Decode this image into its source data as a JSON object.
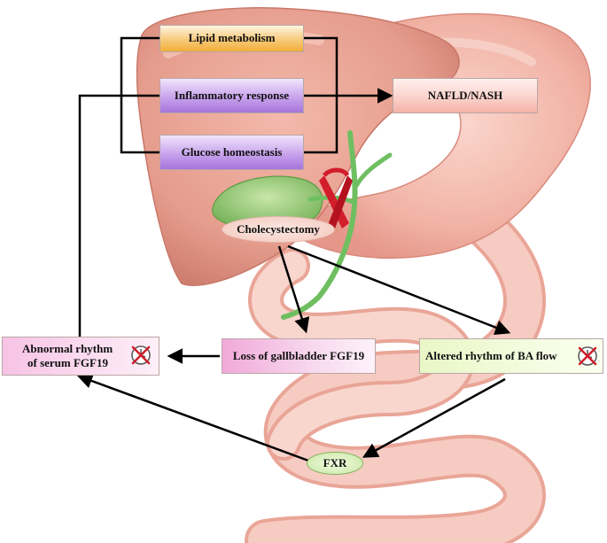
{
  "boxes": {
    "lipid": "Lipid metabolism",
    "inflammatory": "Inflammatory response",
    "glucose": "Glucose homeostasis",
    "nafld": "NAFLD/NASH",
    "abnormal_line1": "Abnormal rhythm",
    "abnormal_line2": "of serum FGF19",
    "loss": "Loss of gallbladder FGF19",
    "altered": "Altered rhythm of BA flow"
  },
  "ovals": {
    "cholecystectomy": "Cholecystectomy",
    "fxr": "FXR"
  },
  "icons": {
    "disrupted_clock": "clock-crossed-icon",
    "excision_mark": "red-x-ribbon-icon"
  },
  "colors": {
    "liver": "#e79c8d",
    "stomach": "#f1b6a9",
    "intestine": "#f4c1b6",
    "gallbladder": "#8fc476",
    "bile_duct": "#6fbf60",
    "cross": "#d21d2a",
    "arrow": "#000000"
  }
}
